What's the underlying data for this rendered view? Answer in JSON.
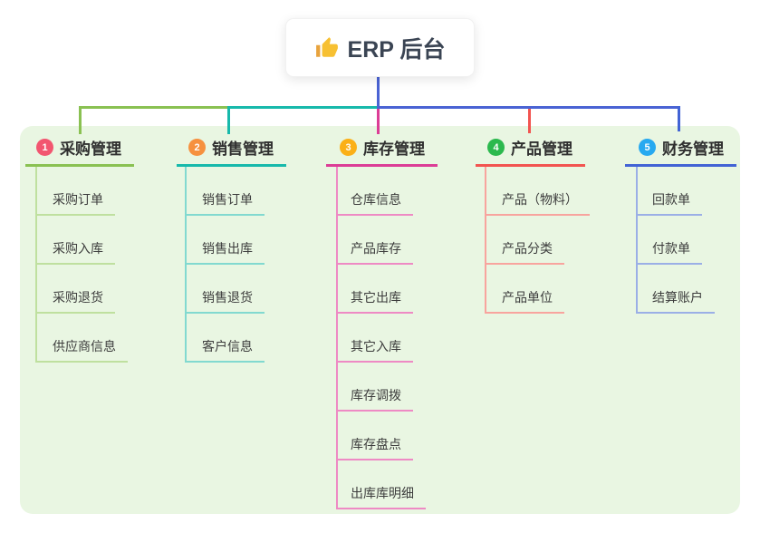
{
  "root": {
    "label": "ERP 后台",
    "icon": "thumbs-up"
  },
  "colors": {
    "connector_blue": "#4a63d4",
    "panel_background": "#e9f6e2"
  },
  "branches": [
    {
      "badge": "1",
      "label": "采购管理",
      "color": "#8ac152",
      "light_color": "#bfe09f",
      "badge_color": "#f25670",
      "children": [
        "采购订单",
        "采购入库",
        "采购退货",
        "供应商信息"
      ]
    },
    {
      "badge": "2",
      "label": "销售管理",
      "color": "#17b9ab",
      "light_color": "#82d9d0",
      "badge_color": "#f6913f",
      "children": [
        "销售订单",
        "销售出库",
        "销售退货",
        "客户信息"
      ]
    },
    {
      "badge": "3",
      "label": "库存管理",
      "color": "#dc3d96",
      "light_color": "#ee8ac4",
      "badge_color": "#fbb017",
      "children": [
        "仓库信息",
        "产品库存",
        "其它出库",
        "其它入库",
        "库存调拨",
        "库存盘点",
        "出库库明细"
      ]
    },
    {
      "badge": "4",
      "label": "产品管理",
      "color": "#f25450",
      "light_color": "#f8a49e",
      "badge_color": "#2cb94e",
      "children": [
        "产品（物料）",
        "产品分类",
        "产品单位"
      ]
    },
    {
      "badge": "5",
      "label": "财务管理",
      "color": "#4263d5",
      "light_color": "#9bafe6",
      "badge_color": "#27a9f0",
      "children": [
        "回款单",
        "付款单",
        "结算账户"
      ]
    }
  ]
}
